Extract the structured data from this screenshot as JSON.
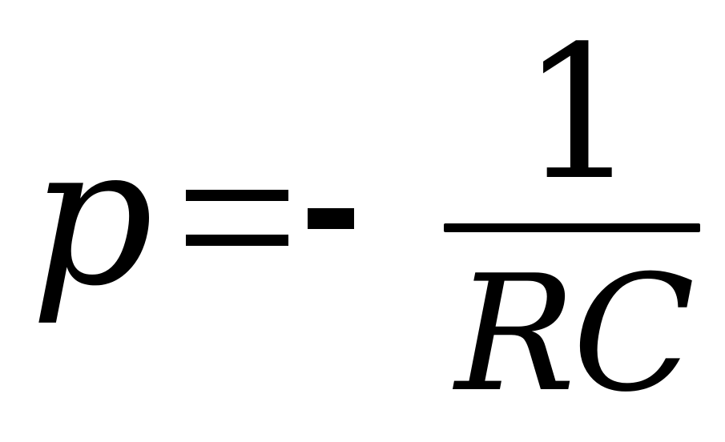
{
  "equation": {
    "lhs": "p",
    "operator": "=",
    "sign": "-",
    "numerator": "1",
    "denominator": "RC"
  }
}
